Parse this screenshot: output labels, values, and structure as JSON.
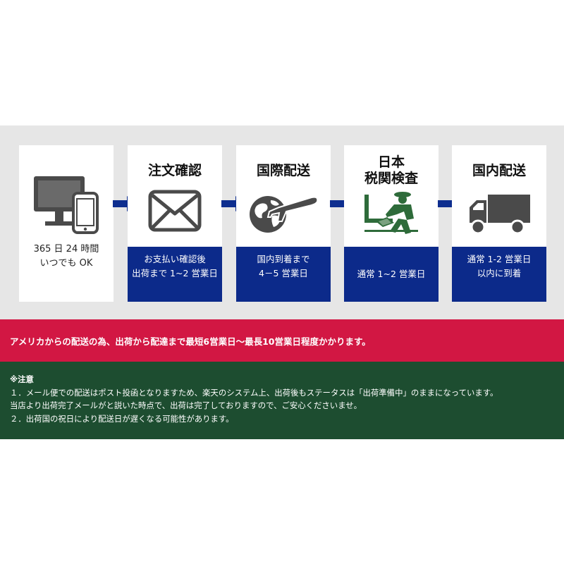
{
  "steps": {
    "order": {
      "line1": "365 日 24 時間",
      "line2": "いつでも OK"
    },
    "confirm": {
      "title": "注文確認",
      "line1": "お支払い確認後",
      "line2": "出荷まで 1~2 営業日"
    },
    "intl": {
      "title": "国際配送",
      "line1": "国内到着まで",
      "line2": "4－5 営業日"
    },
    "customs": {
      "title1": "日本",
      "title2": "税関検査",
      "line1": "通常 1~2 営業日"
    },
    "domestic": {
      "title": "国内配送",
      "line1": "通常 1-2 営業日",
      "line2": "以内に到着"
    }
  },
  "banner": "アメリカからの配送の為、出荷から配達まで最短6営業日～最長10営業日程度かかります。",
  "notes": {
    "title": "※注意",
    "line1": "１．メール便での配送はポスト投函となりますため、楽天のシステム上、出荷後もステータスは「出荷準備中」のままになっています。",
    "line2": "当店より出荷完了メールがと説いた時点で、出荷は完了しておりますので、ご安心くださいませ。",
    "line3": "２．出荷国の祝日により配送日が遅くなる可能性があります。"
  },
  "colors": {
    "band_gray": "#e6e6e6",
    "box_blue": "#0c2a8a",
    "arrow_blue": "#0e2e8f",
    "banner_red": "#d21743",
    "notes_green": "#1d4d30",
    "icon_gray": "#4a4a4a",
    "customs_green": "#2e6b3a"
  }
}
